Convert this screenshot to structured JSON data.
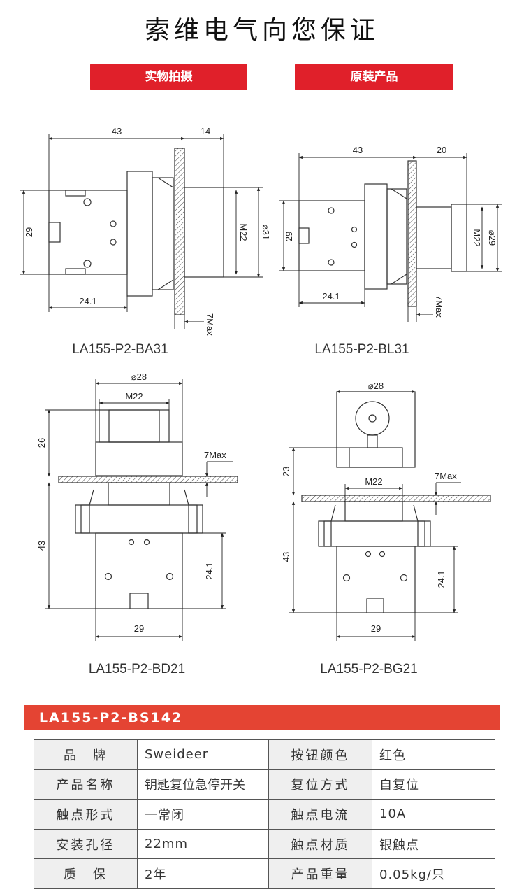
{
  "header": {
    "title": "索维电气向您保证",
    "btn_real_photo": "实物拍摄",
    "btn_original": "原装产品"
  },
  "drawings": [
    {
      "model": "LA155-P2-BA31",
      "dims": {
        "width": "43",
        "front": "14",
        "height": "29",
        "thread": "M22",
        "diameter": "⌀31",
        "rear": "24.1",
        "panel": "7Max"
      }
    },
    {
      "model": "LA155-P2-BL31",
      "dims": {
        "width": "43",
        "front": "20",
        "height": "29",
        "thread": "M22",
        "diameter": "⌀29",
        "rear": "24.1",
        "panel": "7Max"
      }
    },
    {
      "model": "LA155-P2-BD21",
      "dims": {
        "diameter": "⌀28",
        "thread": "M22",
        "top": "26",
        "panel": "7Max",
        "body": "43",
        "depth": "24.1",
        "base": "29"
      }
    },
    {
      "model": "LA155-P2-BG21",
      "dims": {
        "diameter": "⌀28",
        "thread": "M22",
        "top": "23",
        "panel": "7Max",
        "body": "43",
        "depth": "24.1",
        "base": "29"
      }
    }
  ],
  "product": {
    "code": "LA155-P2-BS142"
  },
  "specs": [
    {
      "k1": "品　牌",
      "v1": "Sweideer",
      "k2": "按钮颜色",
      "v2": "红色"
    },
    {
      "k1": "产品名称",
      "v1": "钥匙复位急停开关",
      "k2": "复位方式",
      "v2": "自复位"
    },
    {
      "k1": "触点形式",
      "v1": "一常闭",
      "k2": "触点电流",
      "v2": "10A"
    },
    {
      "k1": "安装孔径",
      "v1": "22mm",
      "k2": "触点材质",
      "v2": "银触点"
    },
    {
      "k1": "质　保",
      "v1": "2年",
      "k2": "产品重量",
      "v2": "0.05kg/只"
    }
  ]
}
